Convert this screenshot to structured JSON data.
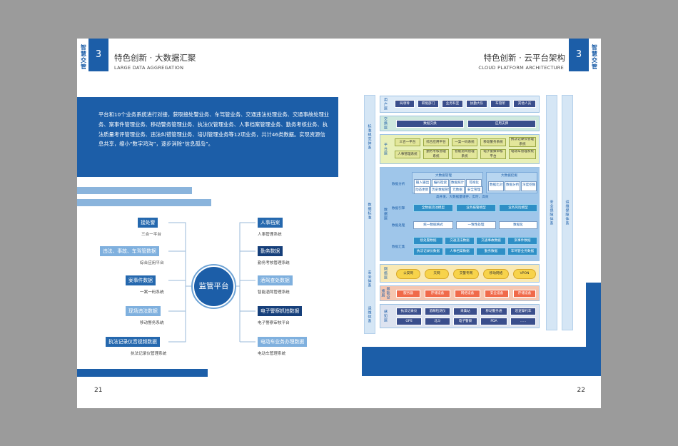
{
  "left_page": {
    "section_number": "3",
    "side_brand": "智慧交管",
    "title": "特色创新 · 大数据汇聚",
    "subtitle": "LARGE DATA AGGREGATION",
    "intro": "平台和10个业务系统进行对接，获取接处警业务、车驾管业务、交通违法处理业务、交通事故处理业务、案事件管理业务、移动警务管理业务、执法仪管理业务、人事档案管理业务、勤务考核业务、执法质量考评管理业务、违法纠错管理业务、培训管理业务等12项业务，共计46类数据。实现资源信息共享，缩小“数字鸿沟”，逐步消除“信息孤岛”。",
    "hub_label": "监管平台",
    "left_nodes": [
      {
        "label": "接处警",
        "sub": "三合一平台"
      },
      {
        "label": "违法、事故、车驾管数据",
        "sub": "综合应用平台"
      },
      {
        "label": "案事件数据",
        "sub": "一案一码系统"
      },
      {
        "label": "现场违法数据",
        "sub": "移动警务系统"
      },
      {
        "label": "执法记录仪音视频数据",
        "sub": "执法记录仪管理系统"
      }
    ],
    "right_nodes": [
      {
        "label": "人事档案",
        "sub": "人事管理系统"
      },
      {
        "label": "勤务数据",
        "sub": "勤务考核管理系统"
      },
      {
        "label": "酒驾查处数据",
        "sub": "智能酒驾管理系统"
      },
      {
        "label": "电子警察抓拍数据",
        "sub": "电子警察审核平台"
      },
      {
        "label": "电动车业务办理数据",
        "sub": "电动车管理系统"
      }
    ],
    "page_number": "21"
  },
  "right_page": {
    "section_number": "3",
    "side_brand": "智慧交管",
    "title": "特色创新 · 云平台架构",
    "subtitle": "CLOUD PLATFORM ARCHITECTURE",
    "page_number": "22",
    "diagram": {
      "left_bars": [
        "标准规范体系",
        "数据标准",
        "安全体系",
        "运维体系"
      ],
      "right_bars": [
        "安全保障体系",
        "运维保障体系"
      ],
      "layers": {
        "users": {
          "title": "用户层",
          "items": [
            "局领导",
            "职能部门",
            "业务科室",
            "执勤大队",
            "车管所",
            "其他人员"
          ]
        },
        "exchange": {
          "title": "交换层",
          "items": [
            "数据交换",
            "应用支撑"
          ]
        },
        "platform": {
          "title": "平台层",
          "items": [
            "三合一平台",
            "综合应用平台",
            "一案一码系统",
            "移动警务系统",
            "执法记录仪管理系统",
            "人事管理系统",
            "勤务考核管理系统",
            "智能酒驾管理系统",
            "电子警察审核平台",
            "电动车管理系统"
          ]
        },
        "data": {
          "title": "数据层",
          "analysis_label": "数据分析",
          "group1_title": "大数据管理",
          "group1_items": [
            "输入输出",
            "编码检索",
            "数据统计",
            "可视化",
            "动态更新",
            "历史数据管理",
            "元数据",
            "安全管理"
          ],
          "group2_title": "大数据挖掘",
          "group2_items": [
            "数据比对",
            "数据分析",
            "深度挖掘"
          ],
          "tech_line": "高并发、大数据量储存、实时、高效",
          "engine_label": "数据引擎",
          "engine_items": [
            "全数据流池模型",
            "业务报警模型",
            "业务风险模型"
          ],
          "process_label": "数据处理",
          "process_items": [
            "统一数据格式",
            "一致性处理",
            "数据化"
          ],
          "collect_label": "数据汇集",
          "collect_items": [
            "接处警数据",
            "交通违法数据",
            "交通事故数据",
            "案事件数据",
            "执法记录仪数据",
            "人事档案数据",
            "勤务数据",
            "车驾管业务数据"
          ]
        },
        "network": {
          "title": "网络层",
          "items": [
            "公安网",
            "天网",
            "交警专网",
            "移动网络",
            "VPON"
          ]
        },
        "infra": {
          "title": "基础设施层",
          "items": [
            "服务器",
            "存储设备",
            "网络设备",
            "安全设备",
            "存储设备"
          ]
        },
        "sense": {
          "title": "感知层",
          "items": [
            "执法记录仪",
            "酒精检测仪",
            "采集站",
            "移动警务通",
            "巡逻摩托车",
            "GPS",
            "北斗",
            "电子警察",
            "PDA",
            "......"
          ]
        }
      }
    }
  }
}
